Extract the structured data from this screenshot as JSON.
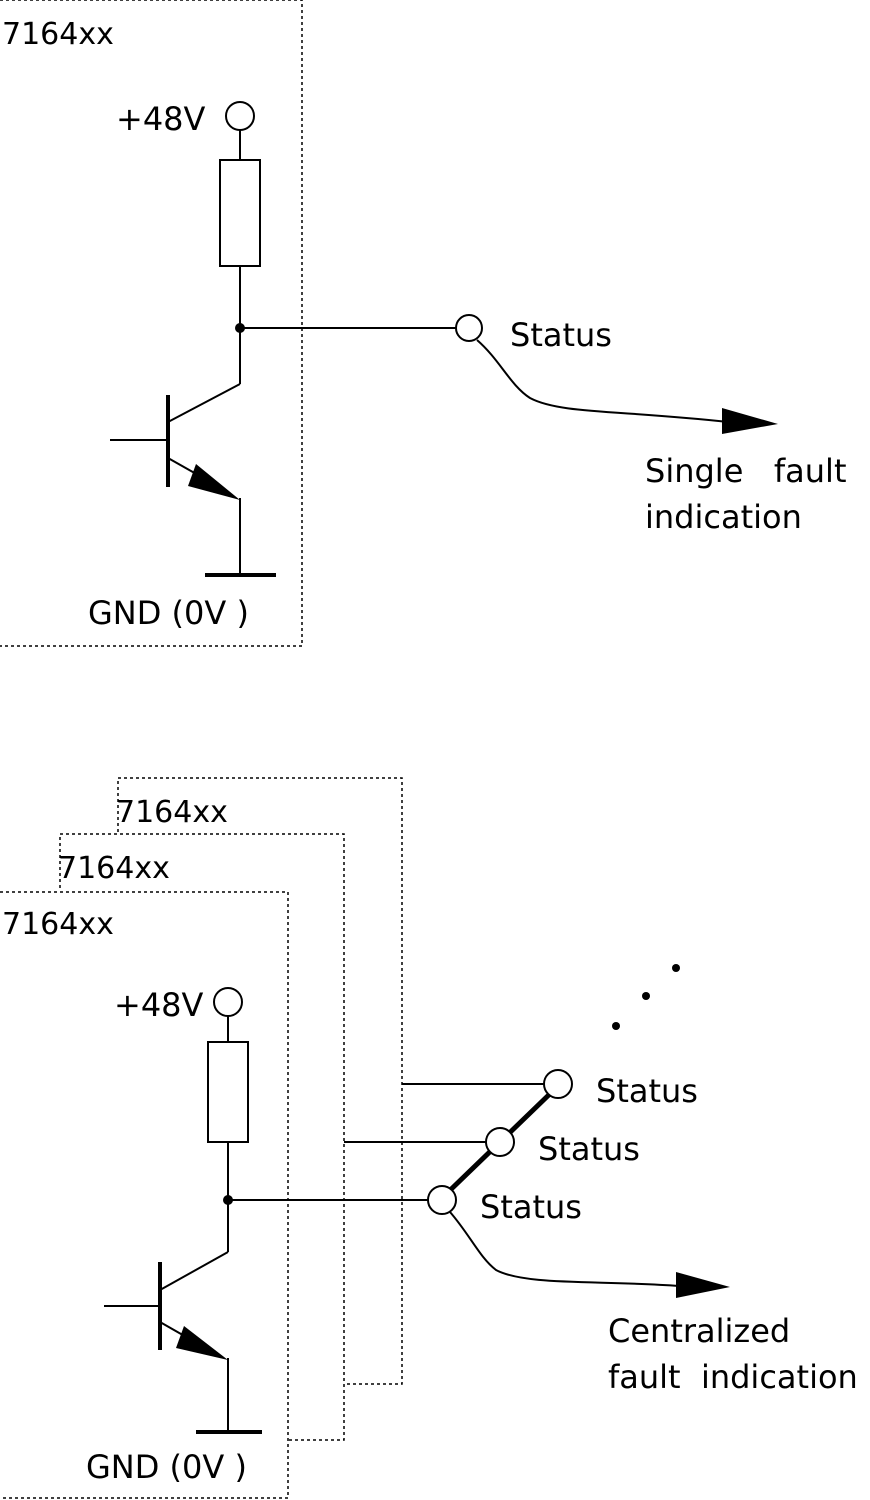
{
  "diagram_single": {
    "module_label": "7164xx",
    "supply_label": "+48V",
    "ground_label": "GND  (0V )",
    "status_label": "Status",
    "indication_line1": "Single   fault",
    "indication_line2": "indication"
  },
  "diagram_centralized": {
    "module_labels": [
      "7164xx",
      "7164xx",
      "7164xx"
    ],
    "supply_label": "+48V",
    "ground_label": "GND  (0V )",
    "status_labels": [
      "Status",
      "Status",
      "Status"
    ],
    "indication_line1": "Centralized",
    "indication_line2": "fault  indication"
  },
  "colors": {
    "ink": "#000000",
    "background": "#ffffff"
  }
}
